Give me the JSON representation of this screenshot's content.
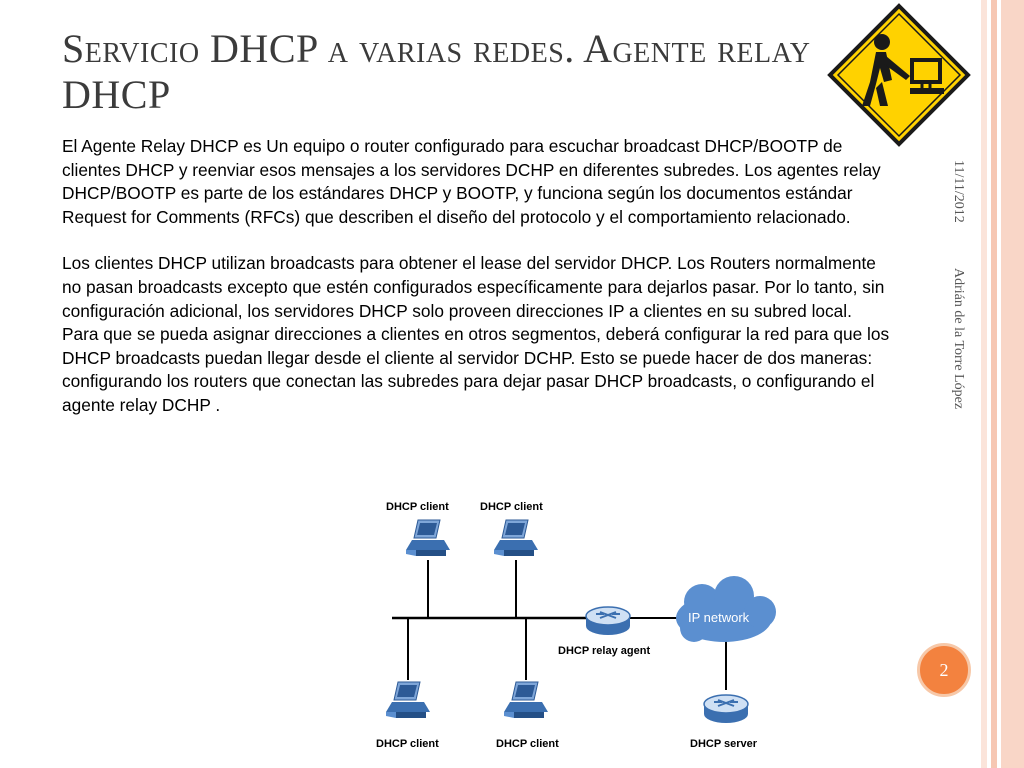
{
  "slide": {
    "title": "Servicio DHCP a varias redes. Agente relay DHCP",
    "paragraphs": [
      "El Agente Relay DHCP es Un equipo o router configurado para escuchar broadcast DHCP/BOOTP de clientes DHCP y reenviar esos mensajes a los servidores DCHP  en diferentes subredes. Los agentes relay DHCP/BOOTP  es parte de los estándares DHCP y BOOTP, y funciona según los documentos estándar Request for Comments (RFCs) que describen el diseño del protocolo y el comportamiento relacionado.",
      "Los clientes DHCP utilizan broadcasts para obtener el lease del servidor DHCP. Los Routers normalmente no pasan broadcasts excepto que estén configurados específicamente para dejarlos pasar. Por lo tanto, sin configuración adicional, los servidores DHCP  solo proveen direcciones IP a clientes en su subred local. Para que se pueda asignar direcciones a clientes en otros segmentos, deberá configurar la red para que los DHCP broadcasts puedan llegar desde el cliente al servidor DCHP. Esto se puede hacer de dos maneras: configurando los routers que conectan las subredes para dejar pasar DHCP broadcasts, o configurando el agente relay DCHP ."
    ],
    "date": "11/11/2012",
    "author": "Adrián de la Torre López",
    "page_number": "2"
  },
  "diagram": {
    "labels": {
      "client_top_left": "DHCP client",
      "client_top_right": "DHCP client",
      "client_bottom_left": "DHCP client",
      "client_bottom_right": "DHCP client",
      "relay_agent": "DHCP relay agent",
      "ip_network": "IP network",
      "server": "DHCP server"
    }
  },
  "icons": {
    "sign": "construction-worker-warning-sign-icon",
    "computer": "computer-icon",
    "router": "router-icon",
    "cloud": "cloud-icon"
  },
  "colors": {
    "title": "#3b3b3b",
    "page_circle": "#f3823f",
    "sign_yellow": "#ffd200",
    "device_blue": "#3b6fb0",
    "cloud_blue": "#5b8fd0"
  }
}
